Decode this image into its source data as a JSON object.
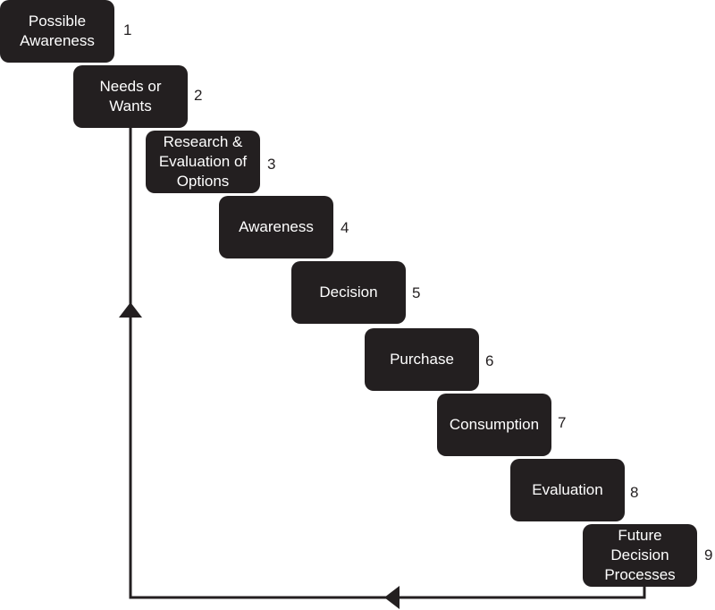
{
  "steps": [
    {
      "label": "Possible\nAwareness",
      "number": "1"
    },
    {
      "label": "Needs or\nWants",
      "number": "2"
    },
    {
      "label": "Research &\nEvaluation of\nOptions",
      "number": "3"
    },
    {
      "label": "Awareness",
      "number": "4"
    },
    {
      "label": "Decision",
      "number": "5"
    },
    {
      "label": "Purchase",
      "number": "6"
    },
    {
      "label": "Consumption",
      "number": "7"
    },
    {
      "label": "Evaluation",
      "number": "8"
    },
    {
      "label": "Future\nDecision\nProcesses",
      "number": "9"
    }
  ],
  "colors": {
    "box": "#231f20",
    "box_text": "#ffffff",
    "line": "#231f20"
  }
}
